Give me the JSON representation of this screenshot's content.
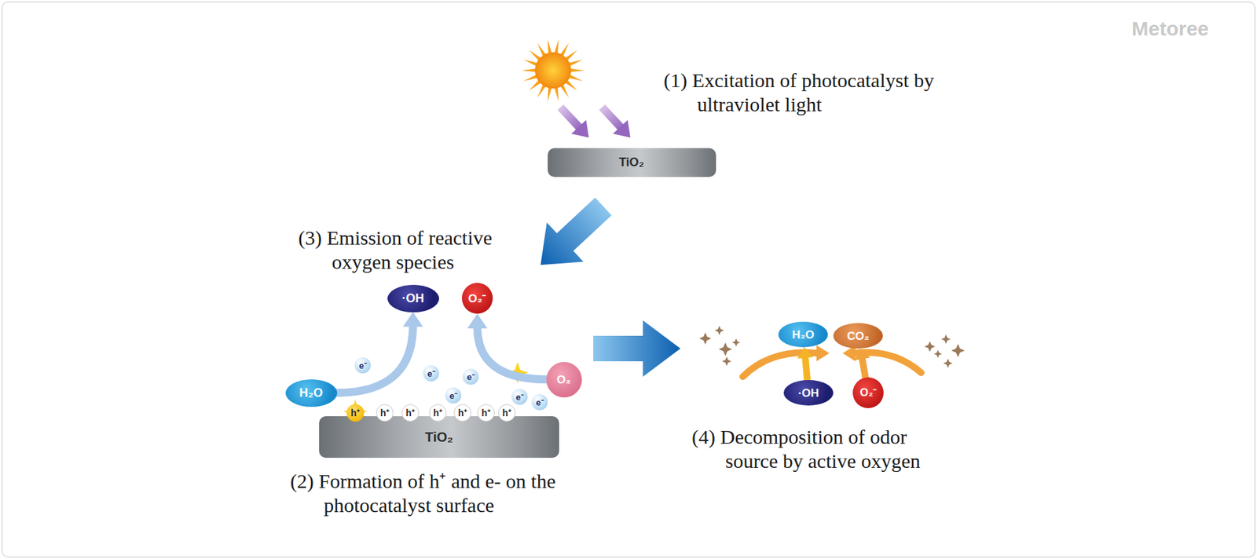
{
  "diagram": {
    "nodes": [
      {
        "text": [
          "TiO₂"
        ]
      },
      {
        "text": [
          "·OH"
        ]
      },
      {
        "text": [
          "O₂⁻"
        ]
      },
      {
        "text": [
          "H₂O"
        ]
      },
      {
        "text": [
          "e⁻"
        ]
      },
      {
        "text": [
          "e⁻"
        ]
      },
      {
        "text": [
          "e⁻"
        ]
      },
      {
        "text": [
          "e⁻"
        ]
      },
      {
        "text": [
          "e⁻"
        ]
      },
      {
        "text": [
          "e⁻"
        ]
      },
      {
        "text": [
          "O₂"
        ]
      },
      {
        "text": [
          "h⁺"
        ]
      },
      {
        "text": [
          "h⁺"
        ]
      },
      {
        "text": [
          "h⁺"
        ]
      },
      {
        "text": [
          "h⁺"
        ]
      },
      {
        "text": [
          "h⁺"
        ]
      },
      {
        "text": [
          "h⁺"
        ]
      },
      {
        "text": [
          "h⁺"
        ]
      },
      {
        "text": [
          "TiO₂"
        ]
      },
      {
        "text": [
          "H₂O"
        ]
      },
      {
        "text": [
          "CO₂"
        ]
      },
      {
        "text": [
          "·OH"
        ]
      },
      {
        "text": [
          "O₂⁻"
        ]
      }
    ],
    "edges": [
      {
        "from": 3,
        "to": 1,
        "arrow": "to"
      },
      {
        "from": 10,
        "to": 2,
        "arrow": "to"
      },
      {
        "from": 21,
        "to": 19,
        "arrow": "to"
      },
      {
        "from": 22,
        "to": 20,
        "arrow": "to"
      }
    ],
    "labels": [
      "(1) Excitation of photocatalyst by ultraviolet light",
      "(3) Emission of reactive oxygen species",
      "(2) Formation of h⁺ and e- on the photocatalyst surface",
      "(4) Decomposition of odor source by active oxygen",
      "Metoree"
    ]
  }
}
